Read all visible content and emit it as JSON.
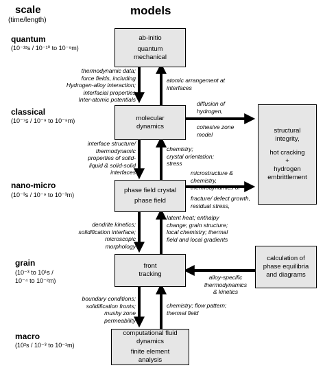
{
  "header": {
    "scale_title": "scale",
    "scale_subtitle": "(time/length)",
    "models_title": "models"
  },
  "levels": {
    "quantum": {
      "name": "quantum",
      "range": "(10⁻¹²s / 10⁻¹⁰ to 10⁻⁹m)"
    },
    "classical": {
      "name": "classical",
      "range": "(10⁻⁷s / 10⁻⁹ to 10⁻⁸m)"
    },
    "nanomicro": {
      "name": "nano-micro",
      "range": "(10⁻³s / 10⁻⁹ to 10⁻³m)"
    },
    "grain": {
      "name": "grain",
      "range_line1": "(10⁻³ to 10¹s /",
      "range_line2": "10⁻⁴ to 10⁻²m)"
    },
    "macro": {
      "name": "macro",
      "range": "(10²s / 10⁻³ to 10⁻¹m)"
    }
  },
  "boxes": {
    "abinitio": {
      "line1": "ab-initio",
      "line2": "quantum",
      "line3": "mechanical"
    },
    "md": {
      "line1": "molecular",
      "line2": "dynamics"
    },
    "pf": {
      "line1": "phase field crystal",
      "line2": "phase field"
    },
    "ft": {
      "line1": "front",
      "line2": "tracking"
    },
    "cfd": {
      "line1": "computational fluid",
      "line2": "dynamics",
      "line3": "finite element",
      "line4": "analysis"
    },
    "si": {
      "line1": "structural",
      "line2": "integrity,",
      "line3": "hot cracking",
      "line4": "+",
      "line5": "hydrogen",
      "line6": "embrittlement"
    },
    "calc": {
      "line1": "calculation of",
      "line2": "phase equilibria",
      "line3": "and diagrams"
    }
  },
  "notes": {
    "thermo_data": [
      "thermodynamic data;",
      "force fields, including",
      "Hydrogen-alloy interaction;",
      "interfacial properties",
      "Inter-atomic potentials"
    ],
    "atomic_arr": [
      "atomic arrangement at",
      "interfaces"
    ],
    "diffusion": [
      "diffusion of",
      "hydrogen,"
    ],
    "cohesive": [
      "cohesive zone",
      "model"
    ],
    "interface_structure": [
      "interface structure/",
      "thermodynamic",
      "properties of solid-",
      "liquid & solid-solid",
      "interfaces"
    ],
    "chemistry_crystal": [
      "chemistry;",
      "crystal orientation;",
      "stress"
    ],
    "microstructure": [
      "microstructure &",
      "chemistry,",
      "thermodynamics of"
    ],
    "fracture": [
      "fracture/ defect growth,",
      "residual stress,"
    ],
    "dendrite": [
      "dendrite kinetics;",
      "solidification interface;",
      "microscopic",
      "morphology"
    ],
    "latent": [
      "latent heat; enthalpy",
      "change; grain structure;",
      "local chemistry; thermal",
      "field and local gradients"
    ],
    "alloy": [
      "alloy-specific",
      "thermodynamics",
      "& kinetics"
    ],
    "boundary": [
      "boundary conditions;",
      "solidification fronts;",
      "mushy zone",
      "permeability"
    ],
    "chem_flow": [
      "chemistry; flow pattern;",
      "thermal field"
    ]
  }
}
